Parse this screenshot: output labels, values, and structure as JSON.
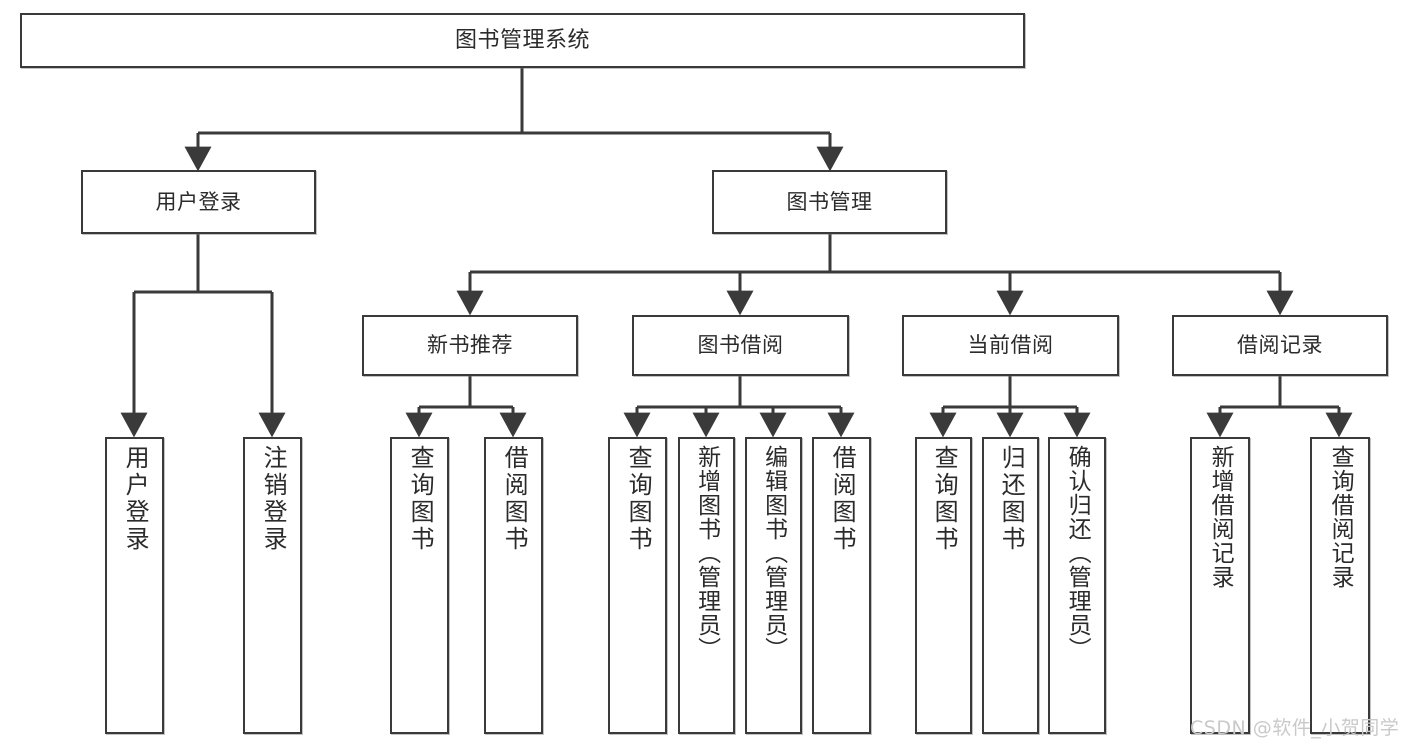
{
  "diagram": {
    "title": "图书管理系统",
    "type": "tree",
    "orientation": "top-down",
    "line_color": "#3a3a3a",
    "node_fill": "#ffffff",
    "node_border": "#3a3a3a",
    "text_color": "#2b2b2b"
  },
  "nodes": {
    "root": {
      "label": "图书管理系统"
    },
    "level1": [
      {
        "id": "user-login",
        "label": "用户登录"
      },
      {
        "id": "book-management",
        "label": "图书管理"
      }
    ],
    "level2": [
      {
        "id": "new-book-recommend",
        "label": "新书推荐"
      },
      {
        "id": "book-borrow",
        "label": "图书借阅"
      },
      {
        "id": "current-borrow",
        "label": "当前借阅"
      },
      {
        "id": "borrow-record",
        "label": "借阅记录"
      }
    ],
    "leaves": {
      "user-login": [
        {
          "id": "leaf-user-login",
          "label": "用户登录"
        },
        {
          "id": "leaf-logout-login",
          "label": "注销登录"
        }
      ],
      "new-book-recommend": [
        {
          "id": "leaf-query-book-1",
          "label": "查询图书"
        },
        {
          "id": "leaf-borrow-book-1",
          "label": "借阅图书"
        }
      ],
      "book-borrow": [
        {
          "id": "leaf-query-book-2",
          "label": "查询图书"
        },
        {
          "id": "leaf-add-book",
          "label": "新增图书（管理员）"
        },
        {
          "id": "leaf-edit-book",
          "label": "编辑图书（管理员）"
        },
        {
          "id": "leaf-borrow-book-2",
          "label": "借阅图书"
        }
      ],
      "current-borrow": [
        {
          "id": "leaf-query-book-3",
          "label": "查询图书"
        },
        {
          "id": "leaf-return-book",
          "label": "归还图书"
        },
        {
          "id": "leaf-confirm-return",
          "label": "确认归还（管理员）"
        }
      ],
      "borrow-record": [
        {
          "id": "leaf-add-record",
          "label": "新增借阅记录"
        },
        {
          "id": "leaf-query-record",
          "label": "查询借阅记录"
        }
      ]
    }
  },
  "watermark": {
    "text": "CSDN @软件_小贺同学"
  }
}
